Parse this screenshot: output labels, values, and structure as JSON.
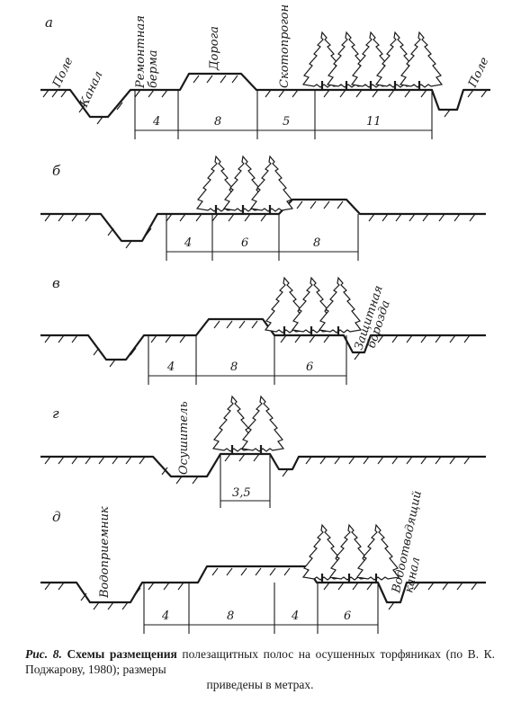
{
  "caption": {
    "fig_label": "Рис. 8.",
    "title": "Схемы размещения",
    "line1_rest": " полезащитных полос на осушенных",
    "line2": "торфяниках (по В. К. Поджарову, 1980); размеры",
    "line3": "приведены в метрах."
  },
  "panels": [
    {
      "letter": "а",
      "labels": [
        "Поле",
        "Канал",
        "Ремонтная",
        "берма",
        "Дорога",
        "Скотопрогон",
        "Поле"
      ],
      "dimensions": [
        "4",
        "8",
        "5",
        "11"
      ]
    },
    {
      "letter": "б",
      "labels": [],
      "dimensions": [
        "4",
        "6",
        "8"
      ]
    },
    {
      "letter": "в",
      "labels": [
        "Защитная",
        "борозда"
      ],
      "dimensions": [
        "4",
        "8",
        "6"
      ]
    },
    {
      "letter": "г",
      "labels": [
        "Осушитель"
      ],
      "dimensions": [
        "3,5"
      ]
    },
    {
      "letter": "д",
      "labels": [
        "Водоприемник",
        "Водоотводящий",
        "канал"
      ],
      "dimensions": [
        "4",
        "8",
        "4",
        "6"
      ]
    }
  ]
}
